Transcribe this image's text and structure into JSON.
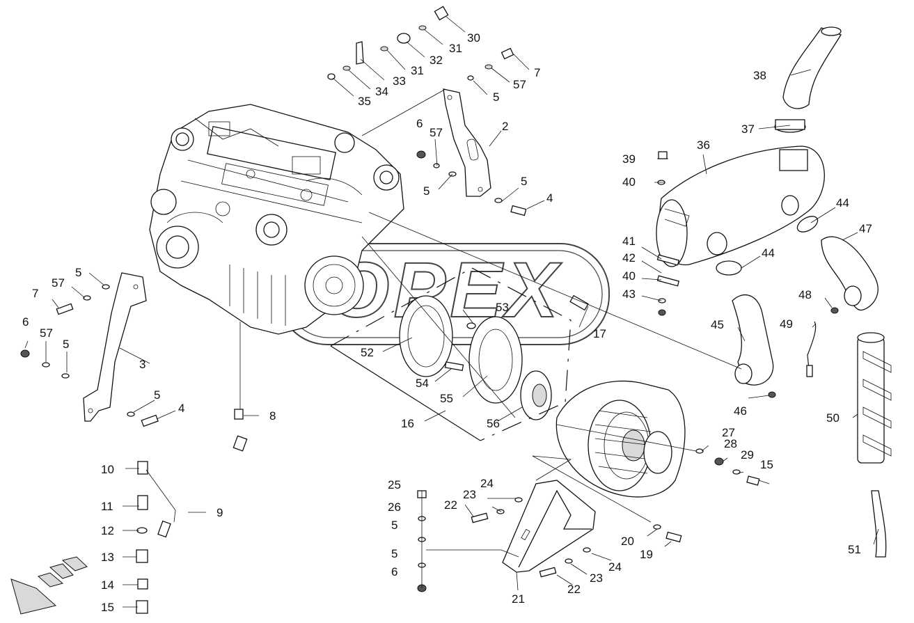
{
  "watermark": {
    "text": "OPEX"
  },
  "callouts": [
    {
      "id": "c30",
      "text": "30"
    },
    {
      "id": "c31a",
      "text": "31"
    },
    {
      "id": "c32",
      "text": "32"
    },
    {
      "id": "c31b",
      "text": "31"
    },
    {
      "id": "c33",
      "text": "33"
    },
    {
      "id": "c34",
      "text": "34"
    },
    {
      "id": "c35",
      "text": "35"
    },
    {
      "id": "c7a",
      "text": "7"
    },
    {
      "id": "c57a",
      "text": "57"
    },
    {
      "id": "c5a",
      "text": "5"
    },
    {
      "id": "c2",
      "text": "2"
    },
    {
      "id": "c6a",
      "text": "6"
    },
    {
      "id": "c57b",
      "text": "57"
    },
    {
      "id": "c5b",
      "text": "5"
    },
    {
      "id": "c5c",
      "text": "5"
    },
    {
      "id": "c4a",
      "text": "4"
    },
    {
      "id": "c38",
      "text": "38"
    },
    {
      "id": "c37",
      "text": "37"
    },
    {
      "id": "c36",
      "text": "36"
    },
    {
      "id": "c39",
      "text": "39"
    },
    {
      "id": "c40a",
      "text": "40"
    },
    {
      "id": "c44a",
      "text": "44"
    },
    {
      "id": "c47",
      "text": "47"
    },
    {
      "id": "c41",
      "text": "41"
    },
    {
      "id": "c42",
      "text": "42"
    },
    {
      "id": "c44b",
      "text": "44"
    },
    {
      "id": "c40b",
      "text": "40"
    },
    {
      "id": "c43",
      "text": "43"
    },
    {
      "id": "c48",
      "text": "48"
    },
    {
      "id": "c45",
      "text": "45"
    },
    {
      "id": "c49",
      "text": "49"
    },
    {
      "id": "c46",
      "text": "46"
    },
    {
      "id": "c50",
      "text": "50"
    },
    {
      "id": "c5d",
      "text": "5"
    },
    {
      "id": "c57c",
      "text": "57"
    },
    {
      "id": "c7b",
      "text": "7"
    },
    {
      "id": "c6b",
      "text": "6"
    },
    {
      "id": "c57d",
      "text": "57"
    },
    {
      "id": "c5e",
      "text": "5"
    },
    {
      "id": "c3",
      "text": "3"
    },
    {
      "id": "c5f",
      "text": "5"
    },
    {
      "id": "c4b",
      "text": "4"
    },
    {
      "id": "c53",
      "text": "53"
    },
    {
      "id": "c17",
      "text": "17"
    },
    {
      "id": "c52",
      "text": "52"
    },
    {
      "id": "c54",
      "text": "54"
    },
    {
      "id": "c55",
      "text": "55"
    },
    {
      "id": "c16",
      "text": "16"
    },
    {
      "id": "c56",
      "text": "56"
    },
    {
      "id": "c8",
      "text": "8"
    },
    {
      "id": "c9",
      "text": "9"
    },
    {
      "id": "c10",
      "text": "10"
    },
    {
      "id": "c11",
      "text": "11"
    },
    {
      "id": "c12",
      "text": "12"
    },
    {
      "id": "c13",
      "text": "13"
    },
    {
      "id": "c14",
      "text": "14"
    },
    {
      "id": "c15a",
      "text": "15"
    },
    {
      "id": "c27",
      "text": "27"
    },
    {
      "id": "c28",
      "text": "28"
    },
    {
      "id": "c29",
      "text": "29"
    },
    {
      "id": "c15b",
      "text": "15"
    },
    {
      "id": "c25",
      "text": "25"
    },
    {
      "id": "c26",
      "text": "26"
    },
    {
      "id": "c24a",
      "text": "24"
    },
    {
      "id": "c23a",
      "text": "23"
    },
    {
      "id": "c22a",
      "text": "22"
    },
    {
      "id": "c5g",
      "text": "5"
    },
    {
      "id": "c5h",
      "text": "5"
    },
    {
      "id": "c6c",
      "text": "6"
    },
    {
      "id": "c20",
      "text": "20"
    },
    {
      "id": "c19",
      "text": "19"
    },
    {
      "id": "c24b",
      "text": "24"
    },
    {
      "id": "c23b",
      "text": "23"
    },
    {
      "id": "c22b",
      "text": "22"
    },
    {
      "id": "c21",
      "text": "21"
    },
    {
      "id": "c51",
      "text": "51"
    }
  ]
}
